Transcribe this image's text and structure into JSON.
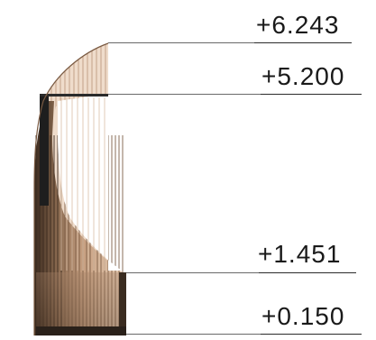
{
  "elevation_marks": [
    {
      "id": "top",
      "label": "+6.243"
    },
    {
      "id": "eave",
      "label": "+5.200"
    },
    {
      "id": "base-upper",
      "label": "+1.451"
    },
    {
      "id": "ground",
      "label": "+0.150"
    }
  ],
  "colors": {
    "wood_light": "#e9cdb4",
    "wood_mid": "#c8a07e",
    "wood_dark": "#4a3525",
    "shadow": "#1f1914",
    "line": "#2b2b2b"
  }
}
